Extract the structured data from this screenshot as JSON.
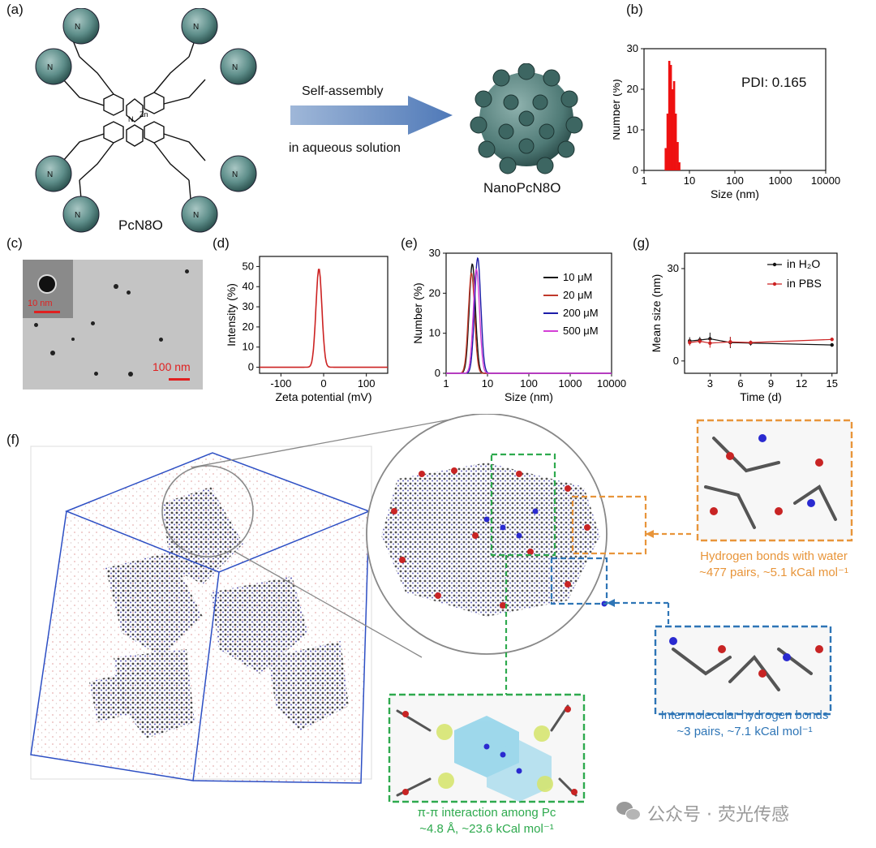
{
  "panels": {
    "a": {
      "label": "(a)",
      "molecule_name": "PcN8O",
      "arrow_top": "Self-assembly",
      "arrow_bottom": "in aqueous solution",
      "nano_name": "NanoPcN8O"
    },
    "b": {
      "label": "(b)",
      "pdi_text": "PDI: 0.165"
    },
    "c": {
      "label": "(c)",
      "inset_scale": "10 nm",
      "scale_bar": "100 nm"
    },
    "d": {
      "label": "(d)"
    },
    "e": {
      "label": "(e)"
    },
    "g": {
      "label": "(g)"
    },
    "f": {
      "label": "(f)",
      "water": {
        "title": "Hydrogen bonds with water",
        "detail": "~477 pairs, ~5.1 kCal mol⁻¹",
        "color": "#e8953a"
      },
      "intermolecular": {
        "title": "Intermolecular hydrogen bonds",
        "detail": "~3 pairs, ~7.1 kCal mol⁻¹",
        "color": "#2e75b6"
      },
      "pipi": {
        "title": "π-π interaction among Pc",
        "detail": "~4.8 Å, ~23.6 kCal mol⁻¹",
        "color": "#2eaa4e"
      }
    }
  },
  "watermark": "公众号 · 荧光传感",
  "chart_data": [
    {
      "id": "b",
      "type": "bar",
      "xlabel": "Size (nm)",
      "ylabel": "Number (%)",
      "xscale": "log",
      "xlim": [
        1,
        10000
      ],
      "ylim": [
        0,
        30
      ],
      "xticks": [
        "1",
        "10",
        "100",
        "1000",
        "10000"
      ],
      "yticks": [
        "0",
        "10",
        "20",
        "30"
      ],
      "color": "#ee1111",
      "x": [
        3.0,
        3.3,
        3.6,
        3.9,
        4.2,
        4.6,
        5.0,
        5.5,
        6.0
      ],
      "values": [
        5.5,
        14,
        27,
        26,
        20,
        22,
        14,
        7,
        2
      ]
    },
    {
      "id": "d",
      "type": "line",
      "xlabel": "Zeta potential (mV)",
      "ylabel": "Intensity (%)",
      "xlim": [
        -150,
        150
      ],
      "ylim": [
        -3,
        55
      ],
      "xticks": [
        "-100",
        "0",
        "100"
      ],
      "yticks": [
        "0",
        "10",
        "20",
        "30",
        "40",
        "50"
      ],
      "series": [
        {
          "color": "#cc2222",
          "peak_center": -11,
          "peak_width": 7,
          "peak_height": 49
        }
      ]
    },
    {
      "id": "e",
      "type": "line",
      "xlabel": "Size (nm)",
      "ylabel": "Number (%)",
      "xscale": "log",
      "xlim": [
        1,
        10000
      ],
      "ylim": [
        0,
        30
      ],
      "xticks": [
        "1",
        "10",
        "100",
        "1000",
        "10000"
      ],
      "yticks": [
        "0",
        "10",
        "20",
        "30"
      ],
      "series": [
        {
          "name": "10 μM",
          "color": "#111111",
          "peak_size": 4.3,
          "peak_height": 27.3
        },
        {
          "name": "20 μM",
          "color": "#c0392b",
          "peak_size": 4.1,
          "peak_height": 25
        },
        {
          "name": "200 μM",
          "color": "#1c1ca8",
          "peak_size": 5.8,
          "peak_height": 28.8
        },
        {
          "name": "500 μM",
          "color": "#d43fd6",
          "peak_size": 5.4,
          "peak_height": 26
        }
      ]
    },
    {
      "id": "g",
      "type": "line",
      "xlabel": "Time (d)",
      "ylabel": "Mean size (nm)",
      "xlim": [
        0.5,
        15.5
      ],
      "ylim": [
        -4,
        35
      ],
      "xticks": [
        "3",
        "6",
        "9",
        "12",
        "15"
      ],
      "yticks": [
        "0",
        "30"
      ],
      "series": [
        {
          "name": "in H₂O",
          "color": "#111111",
          "x": [
            1,
            2,
            3,
            5,
            7,
            15
          ],
          "y": [
            6.5,
            6.8,
            7.2,
            6.0,
            5.8,
            5.2
          ],
          "err": [
            1.2,
            1.0,
            2.0,
            1.8,
            0.8,
            0.6
          ]
        },
        {
          "name": "in PBS",
          "color": "#cc2222",
          "x": [
            1,
            2,
            3,
            5,
            7,
            15
          ],
          "y": [
            6.0,
            6.4,
            5.8,
            6.2,
            6.0,
            7.0
          ],
          "err": [
            1.0,
            0.8,
            1.5,
            1.6,
            0.6,
            0.5
          ]
        }
      ]
    }
  ]
}
